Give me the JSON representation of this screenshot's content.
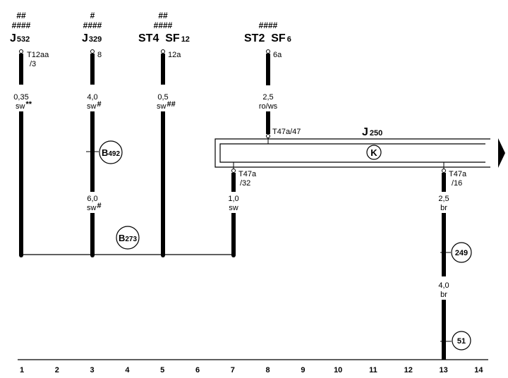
{
  "headers": {
    "c1": {
      "hash_top": "##",
      "hash_bottom": "####",
      "name": "J",
      "sub": "532"
    },
    "c3": {
      "hash_top": "#",
      "hash_bottom": "####",
      "name": "J",
      "sub": "329"
    },
    "c5": {
      "hash_top": "##",
      "hash_bottom": "####",
      "name": "ST4  SF",
      "sub": "12"
    },
    "c8": {
      "hash_bottom": "####",
      "name": "ST2  SF",
      "sub": "6"
    }
  },
  "pins": {
    "c1_a": "T12aa",
    "c1_b": "/3",
    "c3": "8",
    "c5": "12a",
    "c8": "6a",
    "j250_top": "T47a/47",
    "j250_left_a": "T47a",
    "j250_left_b": "/32",
    "j250_right_a": "T47a",
    "j250_right_b": "/16"
  },
  "wires": {
    "c1": {
      "size": "0,35",
      "color": "sw",
      "mark": "**"
    },
    "c3_upper": {
      "size": "4,0",
      "color": "sw",
      "mark": "#"
    },
    "c3_lower": {
      "size": "6,0",
      "color": "sw",
      "mark": "#"
    },
    "c5": {
      "size": "0,5",
      "color": "sw",
      "mark": "##"
    },
    "c8": {
      "size": "2,5",
      "color": "ro/ws"
    },
    "c7": {
      "size": "1,0",
      "color": "sw"
    },
    "c13_upper": {
      "size": "2,5",
      "color": "br"
    },
    "c13_lower": {
      "size": "4,0",
      "color": "br"
    }
  },
  "component_j250": {
    "name": "J",
    "sub": "250",
    "symbol": "K"
  },
  "refs": {
    "b492": {
      "letter": "B",
      "num": "492"
    },
    "b273": {
      "letter": "B",
      "num": "273"
    },
    "r249": "249",
    "r51": "51"
  },
  "axis_labels": [
    "1",
    "2",
    "3",
    "4",
    "5",
    "6",
    "7",
    "8",
    "9",
    "10",
    "11",
    "12",
    "13",
    "14"
  ],
  "icons": {
    "continue": "triangle-right-icon"
  }
}
